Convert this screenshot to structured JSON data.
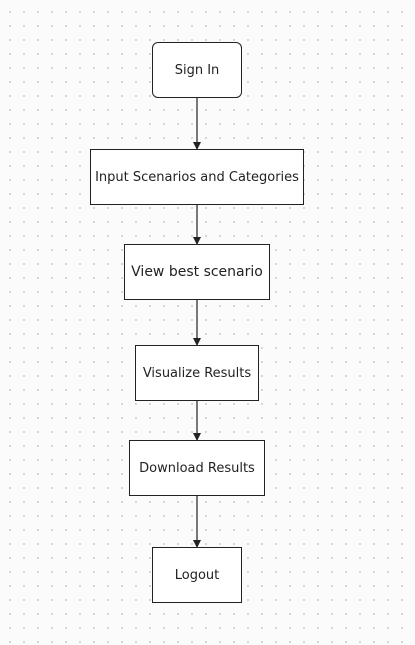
{
  "flowchart": {
    "nodes": [
      {
        "id": "signin",
        "label": "Sign In"
      },
      {
        "id": "input",
        "label": "Input Scenarios and Categories"
      },
      {
        "id": "view",
        "label": "View best scenario"
      },
      {
        "id": "visualize",
        "label": "Visualize Results"
      },
      {
        "id": "download",
        "label": "Download Results"
      },
      {
        "id": "logout",
        "label": "Logout"
      }
    ],
    "edges": [
      {
        "from": "signin",
        "to": "input"
      },
      {
        "from": "input",
        "to": "view"
      },
      {
        "from": "view",
        "to": "visualize"
      },
      {
        "from": "visualize",
        "to": "download"
      },
      {
        "from": "download",
        "to": "logout"
      }
    ],
    "colors": {
      "stroke": "#222222",
      "node_fill": "#ffffff",
      "background": "#fbfbfb",
      "grid_dot": "#cfcfcf"
    }
  }
}
